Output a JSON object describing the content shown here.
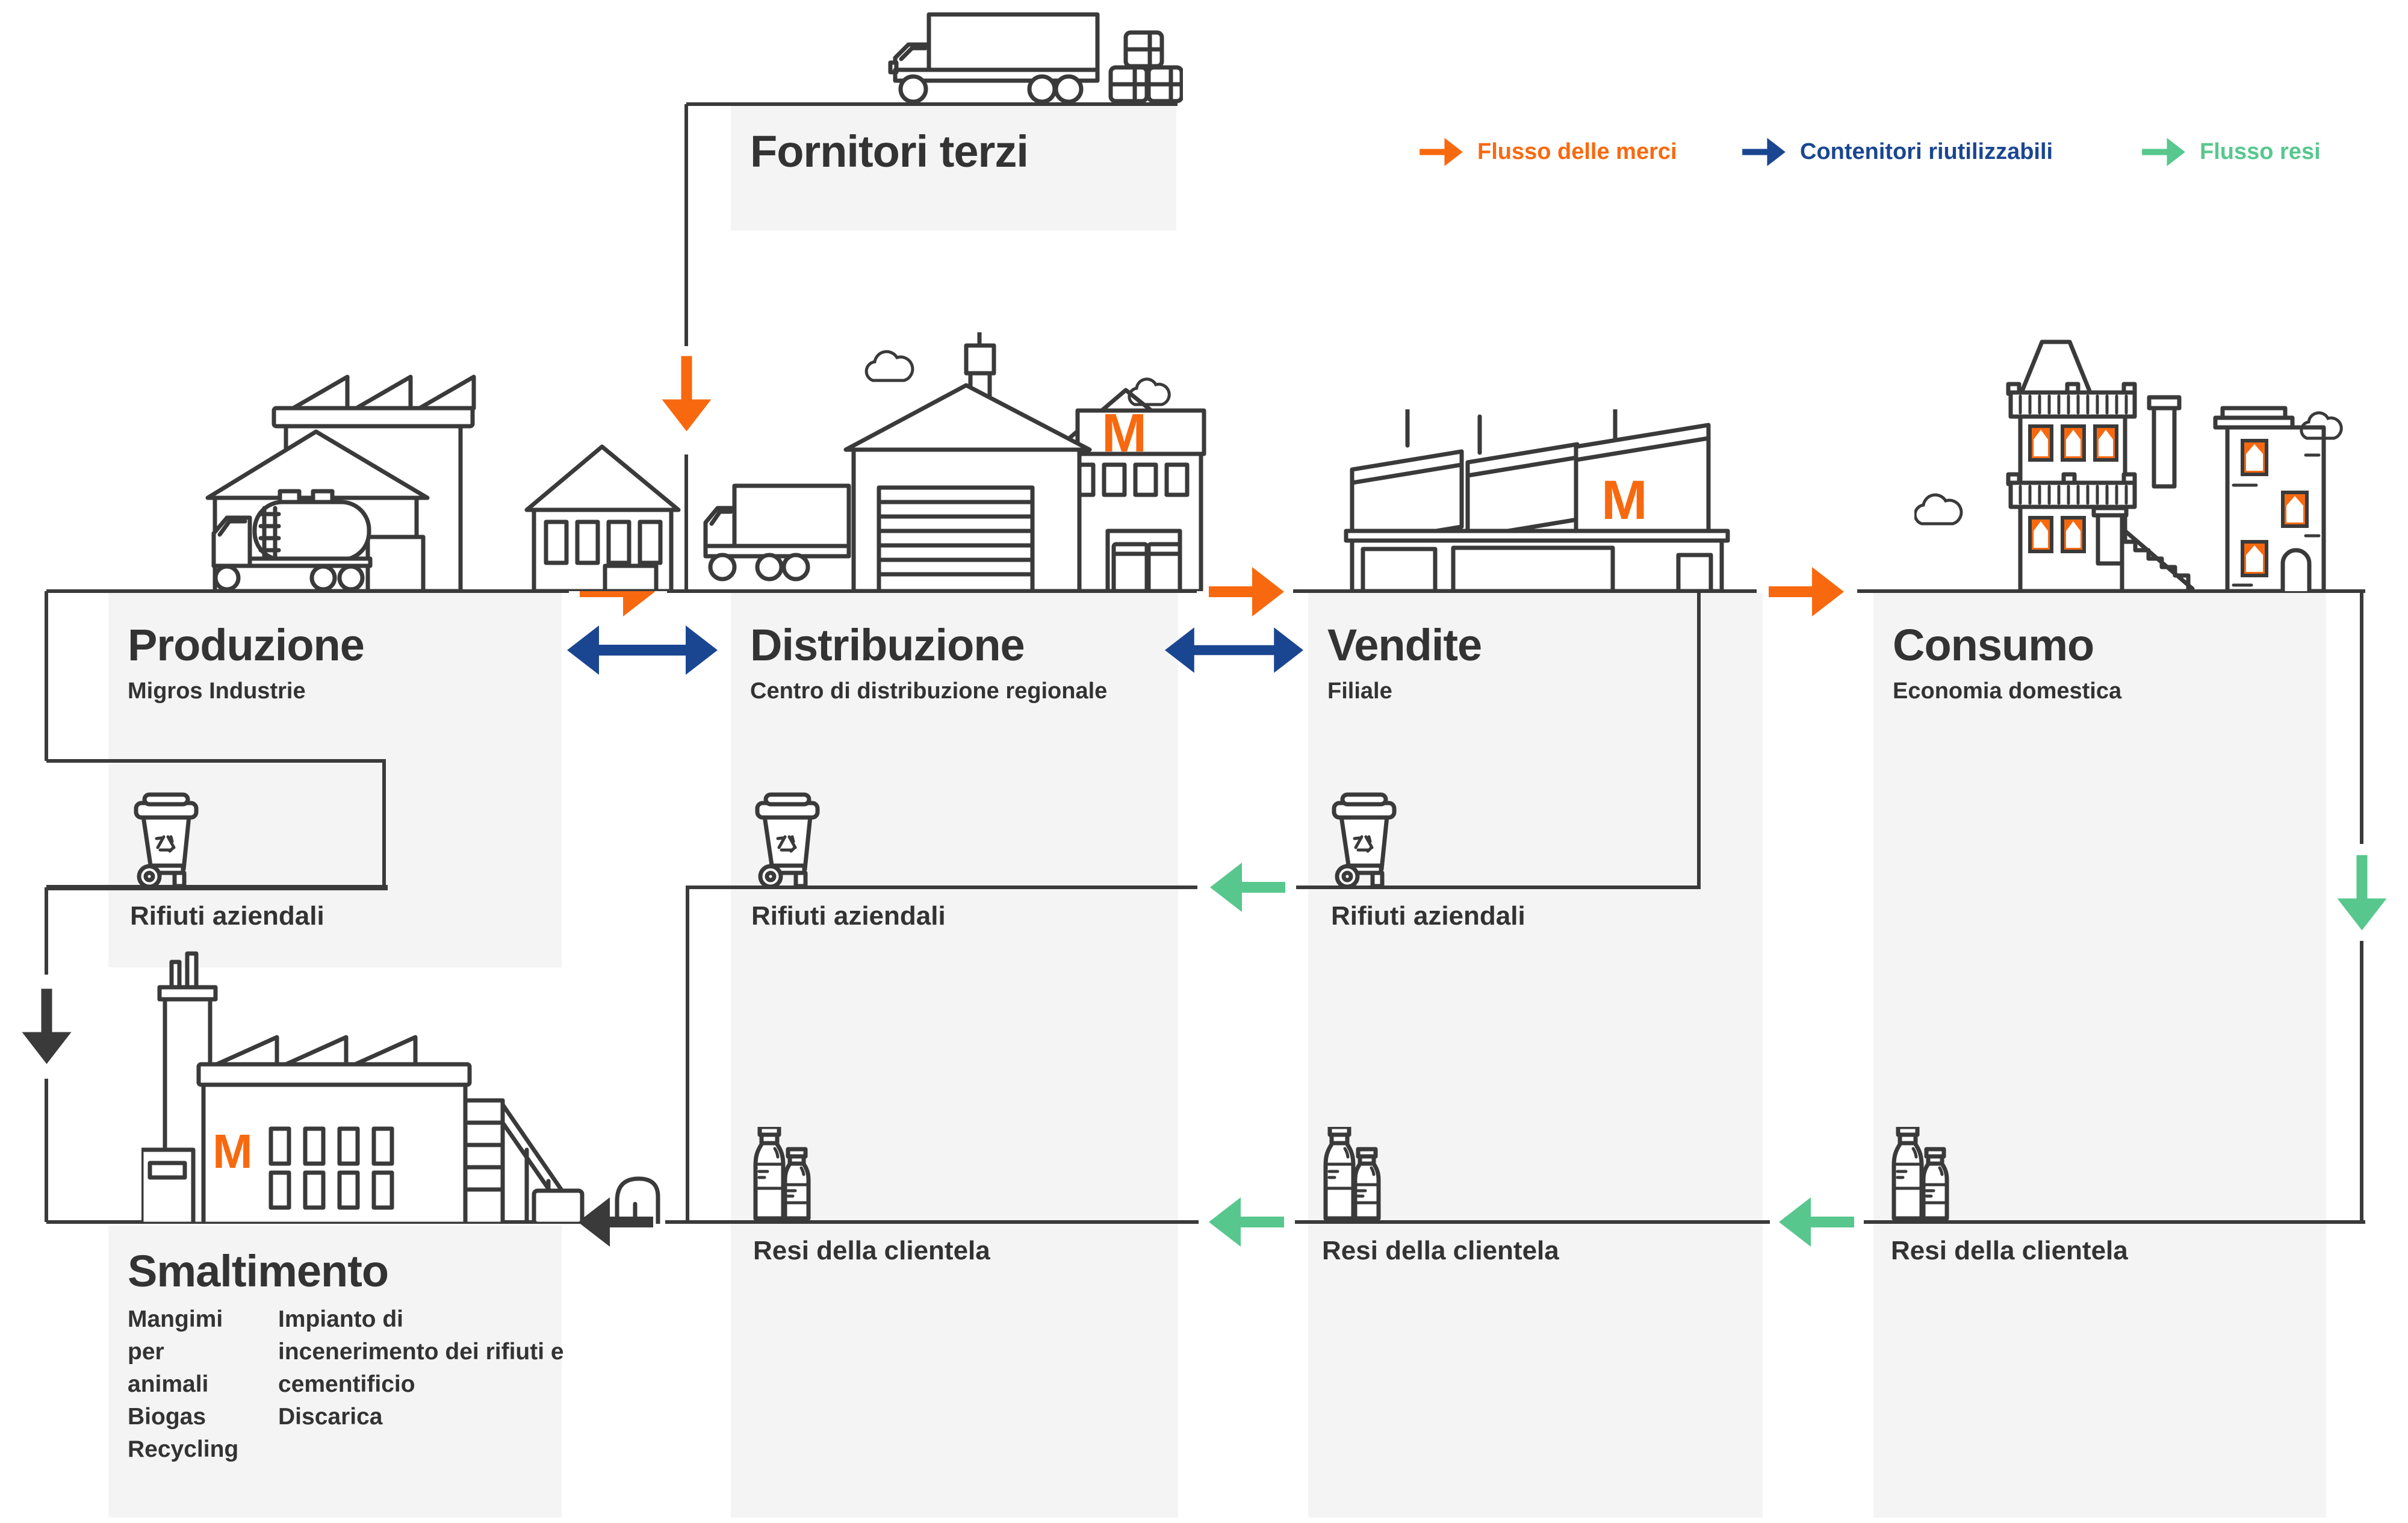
{
  "colors": {
    "goods_flow_orange": "#F8690F",
    "reusable_containers_navy": "#1A4691",
    "returns_flow_green": "#57C78E",
    "line_ink": "#3A3A3A",
    "panel_gray": "#F4F4F4"
  },
  "legend": {
    "items": [
      {
        "label": "Flusso delle merci",
        "color": "#F8690F"
      },
      {
        "label": "Contenitori riutilizzabili",
        "color": "#1A4691"
      },
      {
        "label": "Flusso resi",
        "color": "#57C78E"
      }
    ]
  },
  "sections": {
    "fornitori": {
      "title": "Fornitori terzi"
    },
    "produzione": {
      "title": "Produzione",
      "subtitle": "Migros Industrie"
    },
    "distribuzione": {
      "title": "Distribuzione",
      "subtitle": "Centro di distribuzione regionale"
    },
    "vendite": {
      "title": "Vendite",
      "subtitle": "Filiale"
    },
    "consumo": {
      "title": "Consumo",
      "subtitle": "Economia domestica"
    },
    "smaltimento": {
      "title": "Smaltimento",
      "outputs_left": [
        "Mangimi per animali",
        "Biogas",
        "Recycling"
      ],
      "outputs_right": [
        "Impianto di incenerimento dei rifiuti e cementificio",
        "Discarica"
      ]
    }
  },
  "labels": {
    "company_waste": "Rifiuti aziendali",
    "customer_returns": "Resi della clientela",
    "brand_m": "M"
  }
}
